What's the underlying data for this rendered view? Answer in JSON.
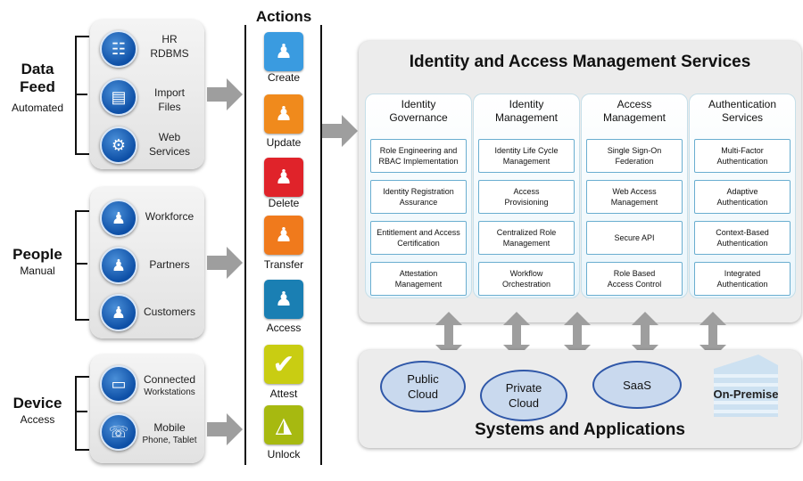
{
  "groups": {
    "data_feed": {
      "title_line1": "Data",
      "title_line2": "Feed",
      "subtitle": "Automated",
      "items": [
        {
          "label1": "HR",
          "label2": "RDBMS"
        },
        {
          "label1": "Import",
          "label2": "Files"
        },
        {
          "label1": "Web",
          "label2": "Services"
        }
      ]
    },
    "people": {
      "title": "People",
      "subtitle": "Manual",
      "items": [
        {
          "label": "Workforce"
        },
        {
          "label": "Partners"
        },
        {
          "label": "Customers"
        }
      ]
    },
    "device": {
      "title": "Device",
      "subtitle": "Access",
      "items": [
        {
          "label": "Connected",
          "sub": "Workstations"
        },
        {
          "label": "Mobile",
          "sub": "Phone, Tablet"
        }
      ]
    }
  },
  "actions": {
    "title": "Actions",
    "items": [
      {
        "label": "Create",
        "color": "#3a9be0"
      },
      {
        "label": "Update",
        "color": "#f08a1c"
      },
      {
        "label": "Delete",
        "color": "#e0232a"
      },
      {
        "label": "Transfer",
        "color": "#f07a1c"
      },
      {
        "label": "Access",
        "color": "#1a7fb3"
      },
      {
        "label": "Attest",
        "color": "#c9cd12"
      },
      {
        "label": "Unlock",
        "color": "#a7b910"
      }
    ]
  },
  "iam": {
    "title": "Identity and Access Management Services",
    "columns": [
      {
        "h1": "Identity",
        "h2": "Governance",
        "items": [
          [
            "Role Engineering and",
            "RBAC Implementation"
          ],
          [
            "Identity Registration",
            "Assurance"
          ],
          [
            "Entitlement and Access",
            "Certification"
          ],
          [
            "Attestation",
            "Management"
          ]
        ]
      },
      {
        "h1": "Identity",
        "h2": "Management",
        "items": [
          [
            "Identity Life Cycle",
            "Management"
          ],
          [
            "Access",
            "Provisioning"
          ],
          [
            "Centralized Role",
            "Management"
          ],
          [
            "Workflow",
            "Orchestration"
          ]
        ]
      },
      {
        "h1": "Access",
        "h2": "Management",
        "items": [
          [
            "Single Sign-On",
            "Federation"
          ],
          [
            "Web Access",
            "Management"
          ],
          [
            "Secure API",
            ""
          ],
          [
            "Role Based",
            "Access Control"
          ]
        ]
      },
      {
        "h1": "Authentication",
        "h2": "Services",
        "items": [
          [
            "Multi-Factor",
            "Authentication"
          ],
          [
            "Adaptive",
            "Authentication"
          ],
          [
            "Context-Based",
            "Authentication"
          ],
          [
            "Integrated",
            "Authentication"
          ]
        ]
      }
    ]
  },
  "systems": {
    "title": "Systems and Applications",
    "public_cloud": {
      "l1": "Public",
      "l2": "Cloud"
    },
    "private_cloud": {
      "l1": "Private",
      "l2": "Cloud"
    },
    "saas": "SaaS",
    "on_premise": "On-Premise"
  }
}
